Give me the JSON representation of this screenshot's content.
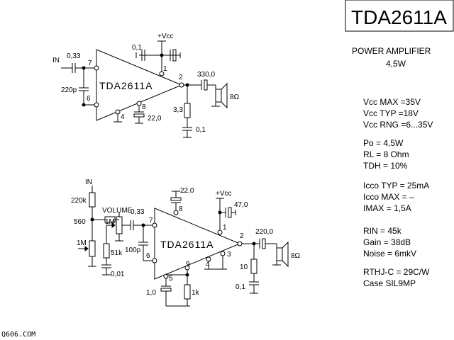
{
  "title": "TDA2611A",
  "subtitle_line1": "POWER AMPLIFIER",
  "subtitle_line2": "4,5W",
  "specs": [
    "Vcc MAX =35V",
    "Vcc TYP =18V",
    "Vcc RNG =6...35V",
    "Po  = 4,5W",
    "RL  = 8 Ohm",
    "TDH = 10%",
    "Icco TYP = 25mA",
    "Icco MAX = –",
    "IMAX  =  1,5A",
    "RIN  =  45k",
    "Gain  = 38dB",
    "Noise = 6mkV",
    "RTHJ-C = 29C/W",
    "Case  SIL9MP"
  ],
  "watermark": "Q606.COM",
  "circuit1": {
    "ic_label": "TDA2611A",
    "vcc": "+Vcc",
    "in": "IN",
    "c_in": "0,33",
    "c_220p": "220p",
    "c_vcc": "0,1",
    "c_out": "330,0",
    "c_8": "22,0",
    "r_out": "3,3",
    "c_out2": "0,1",
    "spk": "8Ω",
    "pins": {
      "p1": "1",
      "p2": "2",
      "p4": "4",
      "p6": "6",
      "p7": "7",
      "p8": "8"
    }
  },
  "circuit2": {
    "ic_label": "TDA2611A",
    "vcc": "+Vcc",
    "in": "IN",
    "r_220k": "220k",
    "r_560": "560",
    "pot_1m_a": "1M",
    "pot_1m_b": "1M",
    "volume": "VOLUME",
    "c_033": "0,33",
    "r_51k": "51k",
    "c_001": "0,01",
    "c_100p": "100p",
    "c_220": "22,0",
    "c_470": "47,0",
    "c_out": "220,0",
    "r_10": "10",
    "c_01": "0,1",
    "c_10": "1,0",
    "r_1k": "1k",
    "spk": "8Ω",
    "pins": {
      "p1": "1",
      "p2": "2",
      "p3": "3",
      "p4": "4",
      "p5": "5",
      "p6": "6",
      "p7": "7",
      "p8": "8",
      "p9": "9"
    }
  }
}
